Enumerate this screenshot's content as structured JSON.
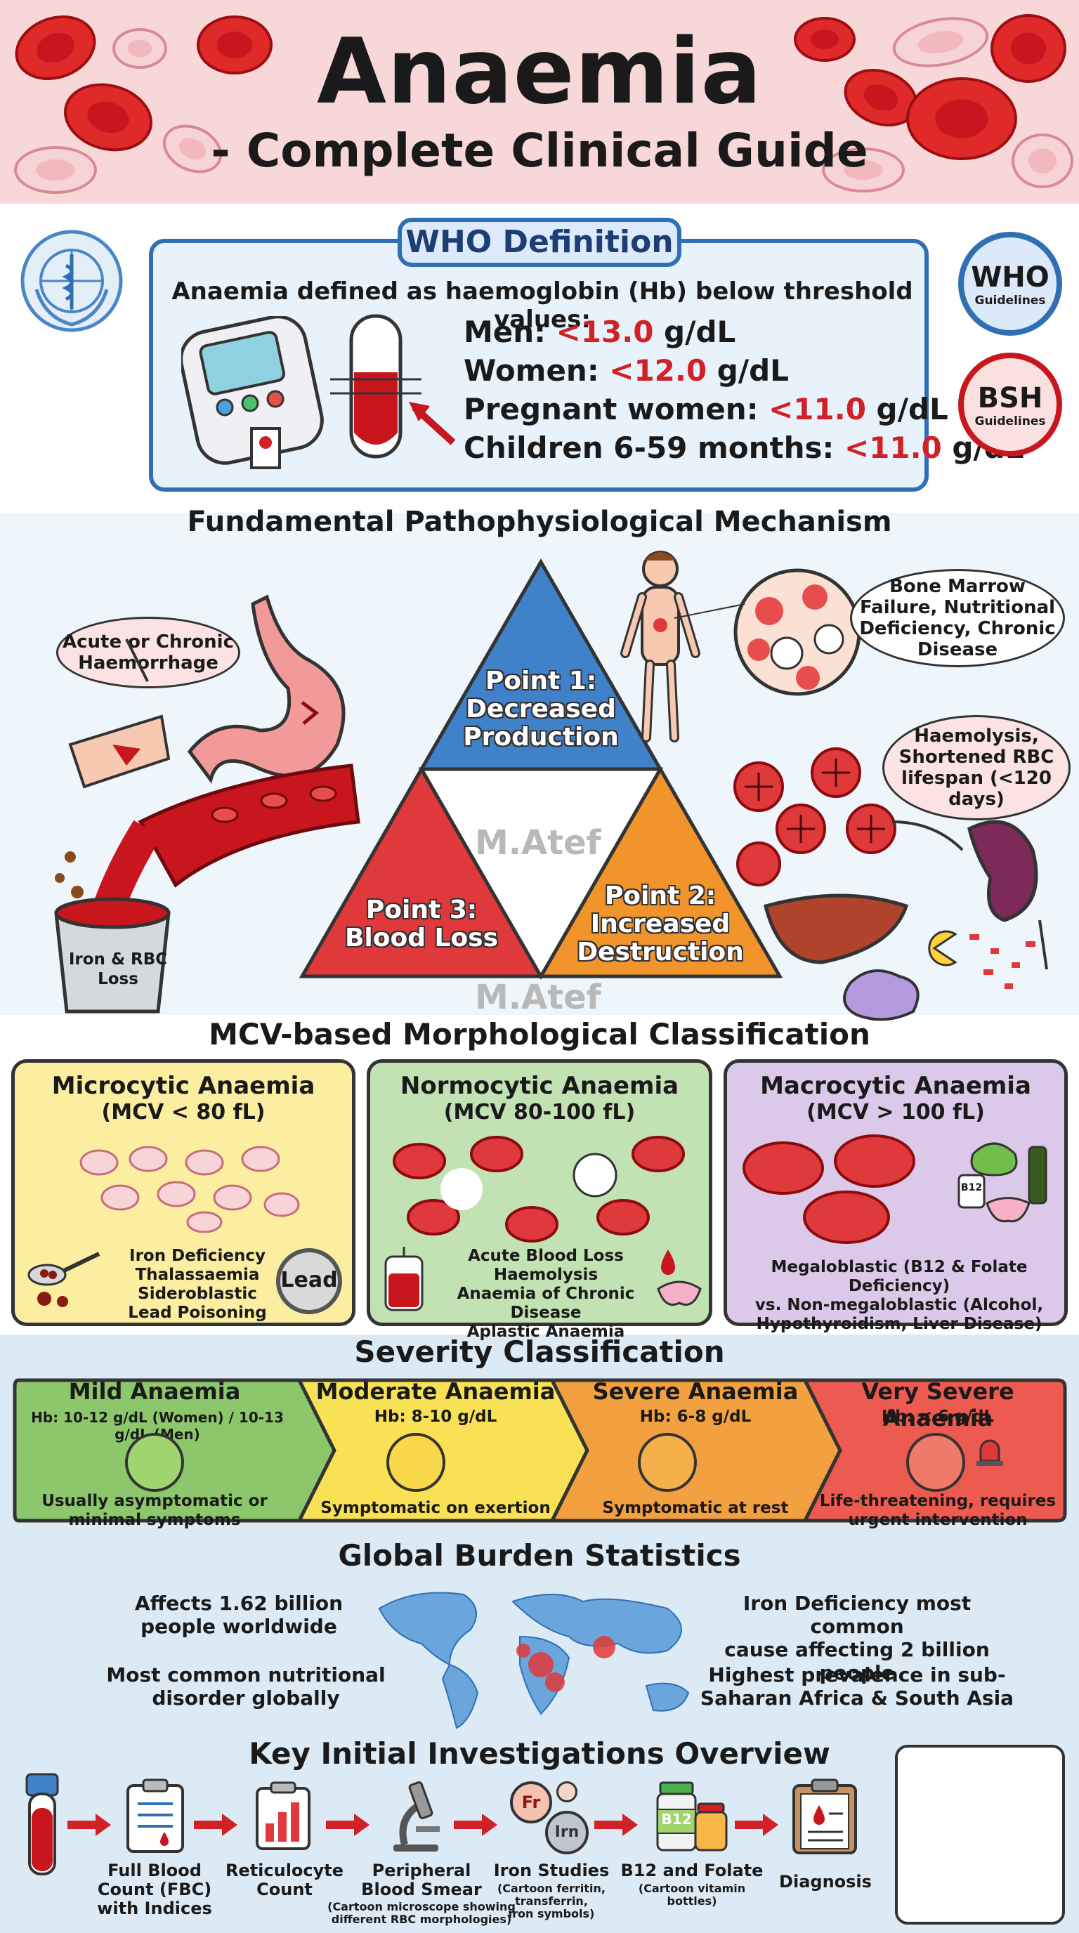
{
  "header": {
    "title": "Anaemia",
    "subtitle": "- Complete Clinical Guide"
  },
  "who": {
    "tab_title": "WHO Definition",
    "intro": "Anaemia defined as haemoglobin (Hb) below threshold values:",
    "thresholds": [
      {
        "label": "Men: ",
        "value": "<13.0",
        "unit": " g/dL"
      },
      {
        "label": "Women: ",
        "value": "<12.0",
        "unit": " g/dL"
      },
      {
        "label": "Pregnant women: ",
        "value": "<11.0",
        "unit": " g/dL"
      },
      {
        "label": "Children 6-59 months: ",
        "value": "<11.0",
        "unit": " g/dL"
      }
    ],
    "badges": [
      {
        "main": "WHO",
        "sub": "Guidelines"
      },
      {
        "main": "BSH",
        "sub": "Guidelines"
      }
    ]
  },
  "mechanism": {
    "title": "Fundamental Pathophysiological Mechanism",
    "points": [
      {
        "label": "Point 1:\nDecreased\nProduction"
      },
      {
        "label": "Point 2:\nIncreased\nDestruction"
      },
      {
        "label": "Point 3:\nBlood Loss"
      }
    ],
    "bubbles": {
      "haemorrhage": "Acute or Chronic Haemorrhage",
      "marrow": "Bone Marrow Failure, Nutritional Deficiency, Chronic Disease",
      "haemolysis": "Haemolysis, Shortened RBC lifespan (<120 days)"
    },
    "bucket_label": "Iron & RBC Loss",
    "watermark": "M.Atef"
  },
  "morphology": {
    "title": "MCV-based Morphological Classification",
    "cards": [
      {
        "title": "Microcytic Anaemia",
        "range": "(MCV < 80 fL)",
        "items": [
          "Iron Deficiency",
          "Thalassaemia",
          "Sideroblastic",
          "Lead Poisoning"
        ],
        "badge": "Lead",
        "color": "#fbeea0"
      },
      {
        "title": "Normocytic Anaemia",
        "range": "(MCV 80-100 fL)",
        "items": [
          "Acute Blood Loss",
          "Haemolysis",
          "Anaemia of Chronic Disease",
          "Aplastic Anaemia"
        ],
        "color": "#c3e2b4"
      },
      {
        "title": "Macrocytic Anaemia",
        "range": "(MCV > 100 fL)",
        "items": [
          "Megaloblastic (B12 & Folate Deficiency)",
          "vs. Non-megaloblastic (Alcohol,",
          "Hypothyroidism, Liver Disease)"
        ],
        "b12_label": "B12",
        "color": "#dcc8e8"
      }
    ]
  },
  "severity": {
    "title": "Severity Classification",
    "levels": [
      {
        "name": "Mild Anaemia",
        "hb": "Hb: 10-12 g/dL (Women) / 10-13 g/dL (Men)",
        "desc": "Usually asymptomatic or\nminimal symptoms",
        "color": "#8cc86b"
      },
      {
        "name": "Moderate Anaemia",
        "hb": "Hb: 8-10 g/dL",
        "desc": "Symptomatic on exertion",
        "color": "#f8e154"
      },
      {
        "name": "Severe Anaemia",
        "hb": "Hb: 6-8 g/dL",
        "desc": "Symptomatic at rest",
        "color": "#f3a040"
      },
      {
        "name": "Very Severe Anaemia",
        "hb": "Hb: < 6 g/dL",
        "desc": "Life-threatening, requires\nurgent intervention",
        "color": "#ec5a50"
      }
    ]
  },
  "burden": {
    "title": "Global Burden Statistics",
    "stats": [
      "Affects 1.62 billion\npeople worldwide",
      "Iron Deficiency most common\ncause affecting 2 billion people",
      "Most common nutritional\ndisorder globally",
      "Highest prevalence in sub-\nSaharan Africa & South Asia"
    ]
  },
  "investigations": {
    "title": "Key Initial Investigations Overview",
    "steps": [
      {
        "label": "Full Blood\nCount (FBC)\nwith Indices",
        "note": ""
      },
      {
        "label": "Reticulocyte\nCount",
        "note": ""
      },
      {
        "label": "Peripheral\nBlood Smear",
        "note": "(Cartoon microscope showing\ndifferent RBC morphologies)"
      },
      {
        "label": "Iron Studies",
        "note": "(Cartoon ferritin,\ntransferrin,\niron symbols)"
      },
      {
        "label": "B12 and Folate",
        "note": "(Cartoon vitamin\nbottles)"
      },
      {
        "label": "Diagnosis",
        "note": ""
      }
    ],
    "icon_text": {
      "fe": "Fr",
      "irn": "Irn",
      "b12": "B12"
    }
  }
}
